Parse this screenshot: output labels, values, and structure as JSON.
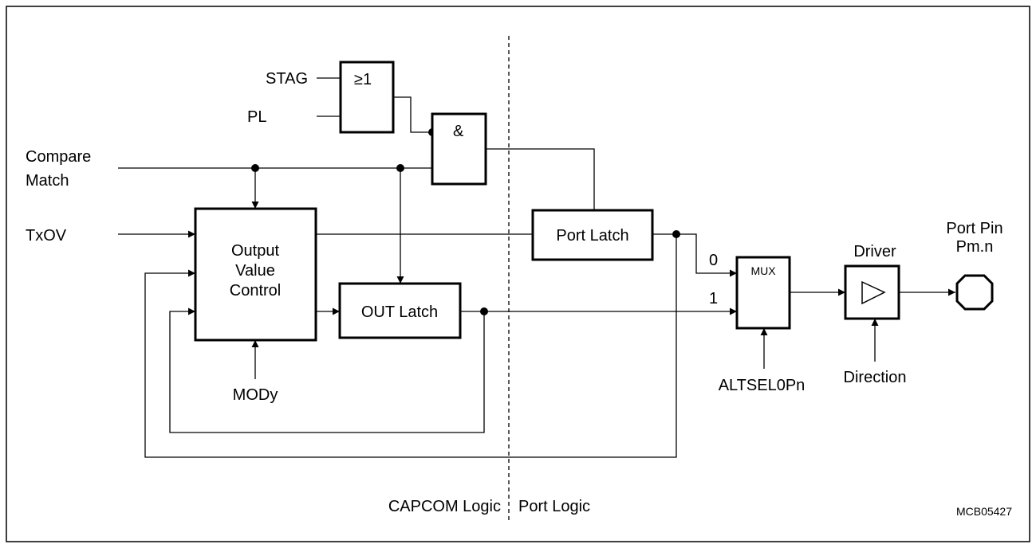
{
  "signals": {
    "stag": "STAG",
    "pl": "PL",
    "compare_line1": "Compare",
    "compare_line2": "Match",
    "txov": "TxOV",
    "mody": "MODy",
    "altsel": "ALTSEL0Pn",
    "direction": "Direction"
  },
  "blocks": {
    "or_gate": "≥1",
    "and_gate": "&",
    "ovc_line1": "Output",
    "ovc_line2": "Value",
    "ovc_line3": "Control",
    "out_latch": "OUT Latch",
    "port_latch": "Port Latch",
    "mux": "MUX",
    "mux_in0": "0",
    "mux_in1": "1",
    "driver": "Driver",
    "port_pin_line1": "Port Pin",
    "port_pin_line2": "Pm.n"
  },
  "regions": {
    "left": "CAPCOM Logic",
    "right": "Port Logic"
  },
  "figure_id": "MCB05427"
}
